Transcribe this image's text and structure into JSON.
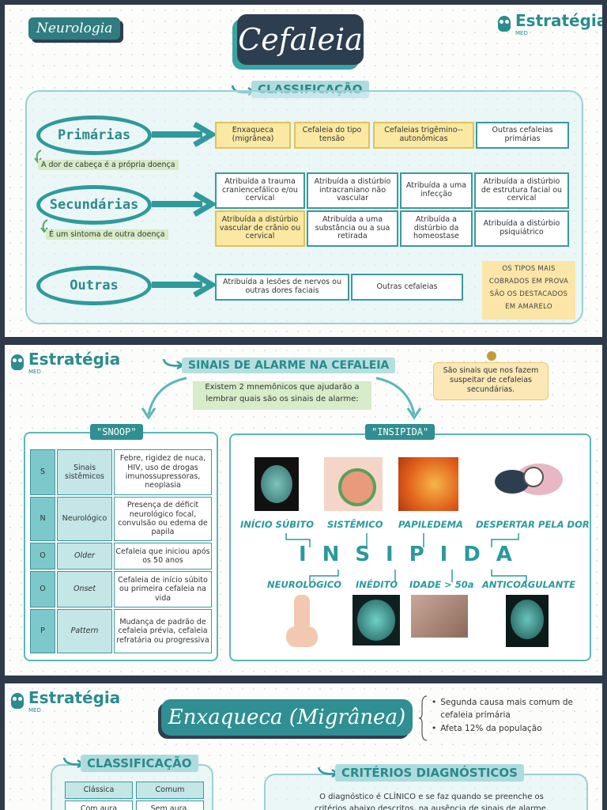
{
  "panel1": {
    "tag": "Neurologia",
    "title": "Cefaleia",
    "brand": "Estratégia",
    "brand_sub": "MED",
    "section": "CLASSIFICAÇÃO",
    "primarias": {
      "label": "Primárias",
      "note": "A dor de cabeça é a própria doença",
      "items": [
        {
          "text": "Enxaqueca (migrânea)",
          "highlight": true
        },
        {
          "text": "Cefaleia do tipo tensão",
          "highlight": true
        },
        {
          "text": "Cefaleias trigêmino--autonômicas",
          "highlight": true
        },
        {
          "text": "Outras cefaleias primárias",
          "highlight": false
        }
      ]
    },
    "secundarias": {
      "label": "Secundárias",
      "note": "É um sintoma de outra doença",
      "items": [
        {
          "text": "Atribuída a trauma craniencefálico e/ou cervical",
          "highlight": false
        },
        {
          "text": "Atribuída a distúrbio intracraniano não vascular",
          "highlight": false
        },
        {
          "text": "Atribuída a uma infecção",
          "highlight": false
        },
        {
          "text": "Atribuída a distúrbio de estrutura facial ou cervical",
          "highlight": false
        },
        {
          "text": "Atribuída a distúrbio vascular de crânio ou cervical",
          "highlight": true
        },
        {
          "text": "Atribuída a uma substância ou a sua retirada",
          "highlight": false
        },
        {
          "text": "Atribuída a distúrbio da homeostase",
          "highlight": false
        },
        {
          "text": "Atribuída a distúrbio psiquiátrico",
          "highlight": false
        }
      ]
    },
    "outras": {
      "label": "Outras",
      "items": [
        {
          "text": "Atribuída a lesões de nervos ou outras dores faciais"
        },
        {
          "text": "Outras cefaleias"
        }
      ]
    },
    "sticky": [
      "OS TIPOS MAIS",
      "COBRADOS EM PROVA",
      "SÃO OS DESTACADOS",
      "EM AMARELO"
    ],
    "colors": {
      "teal": "#2f9a9c",
      "navy": "#2d3e50",
      "yellow": "#fbe9a3"
    }
  },
  "panel2": {
    "brand": "Estratégia",
    "brand_sub": "MED",
    "section": "SINAIS DE ALARME NA CEFALEIA",
    "intro": "Existem 2 mnemônicos que ajudarão a lembrar quais são os sinais de alarme:",
    "note": "São sinais que nos fazem suspeitar de cefaleias secundárias.",
    "snoop_title": "\"SNOOP\"",
    "snoop": [
      {
        "letter": "S",
        "name": "Sinais sistêmicos",
        "desc": "Febre, rigidez de nuca, HIV, uso de drogas imunossupressoras, neoplasia"
      },
      {
        "letter": "N",
        "name": "Neurológico",
        "desc": "Presença de déficit neurológico focal, convulsão ou edema de papila"
      },
      {
        "letter": "O",
        "name": "Older",
        "desc": "Cefaleia que iniciou após os 50 anos"
      },
      {
        "letter": "O",
        "name": "Onset",
        "desc": "Cefaleia de início súbito ou primeira cefaleia na vida"
      },
      {
        "letter": "P",
        "name": "Pattern",
        "desc": "Mudança de padrão de cefaleia prévia, cefaleia refratária ou progressiva"
      }
    ],
    "insipida_title": "\"INSIPIDA\"",
    "insipida_letters": [
      "I",
      "N",
      "S",
      "I",
      "P",
      "I",
      "D",
      "A"
    ],
    "top_labels": [
      "INÍCIO SÚBITO",
      "SISTÊMICO",
      "PAPILEDEMA",
      "DESPERTAR PELA DOR"
    ],
    "bottom_labels": [
      "NEUROLÓGICO",
      "INÉDITO",
      "IDADE > 50a",
      "ANTICOAGULANTE"
    ]
  },
  "panel3": {
    "brand": "Estratégia",
    "brand_sub": "MED",
    "title": "Enxaqueca (Migrânea)",
    "bullets": [
      "Segunda causa mais comum de cefaleia primária",
      "Afeta 12% da população"
    ],
    "section_class": "CLASSIFICAÇÃO",
    "table_headers": [
      "Clássica",
      "Comum"
    ],
    "table_row": [
      "Com aura",
      "Sem aura,"
    ],
    "section_crit": "CRITÉRIOS DIAGNÓSTICOS",
    "crit_text": "O diagnóstico é CLÍNICO e se faz quando se preenche os critérios abaixo descritos, na ausência de sinais de alarme."
  }
}
